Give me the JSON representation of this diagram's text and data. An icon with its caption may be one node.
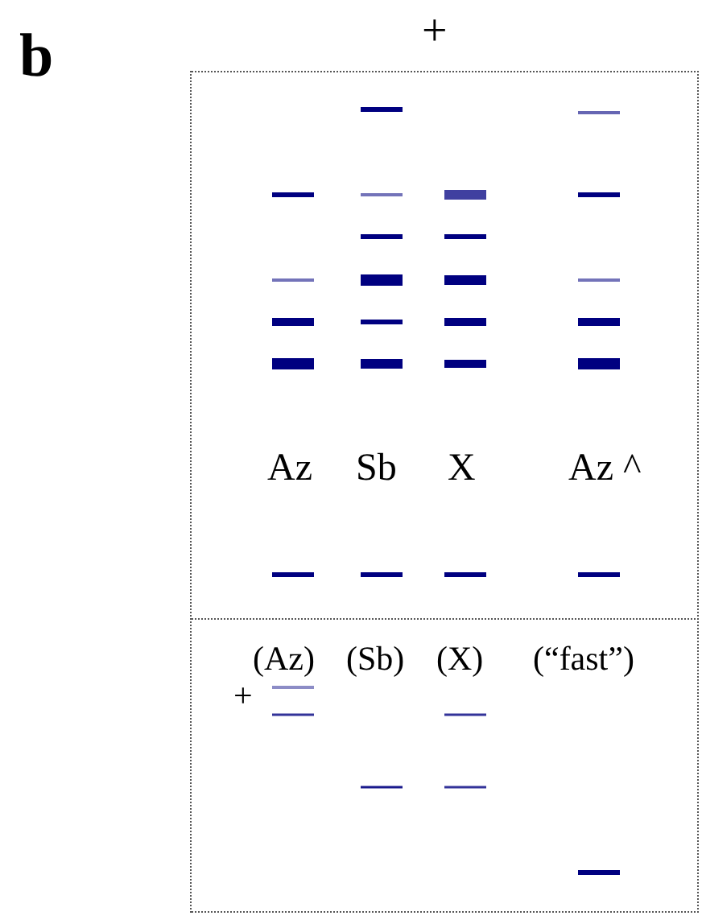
{
  "diagram": {
    "nodes": [
      {
        "text": [
          "Az",
          "Sb",
          "X",
          "Az ^"
        ]
      },
      {
        "text": [
          "(Az)",
          "(Sb)",
          "(X)",
          "(“fast”)",
          "+"
        ]
      }
    ],
    "labels": [
      "b",
      "+"
    ]
  }
}
